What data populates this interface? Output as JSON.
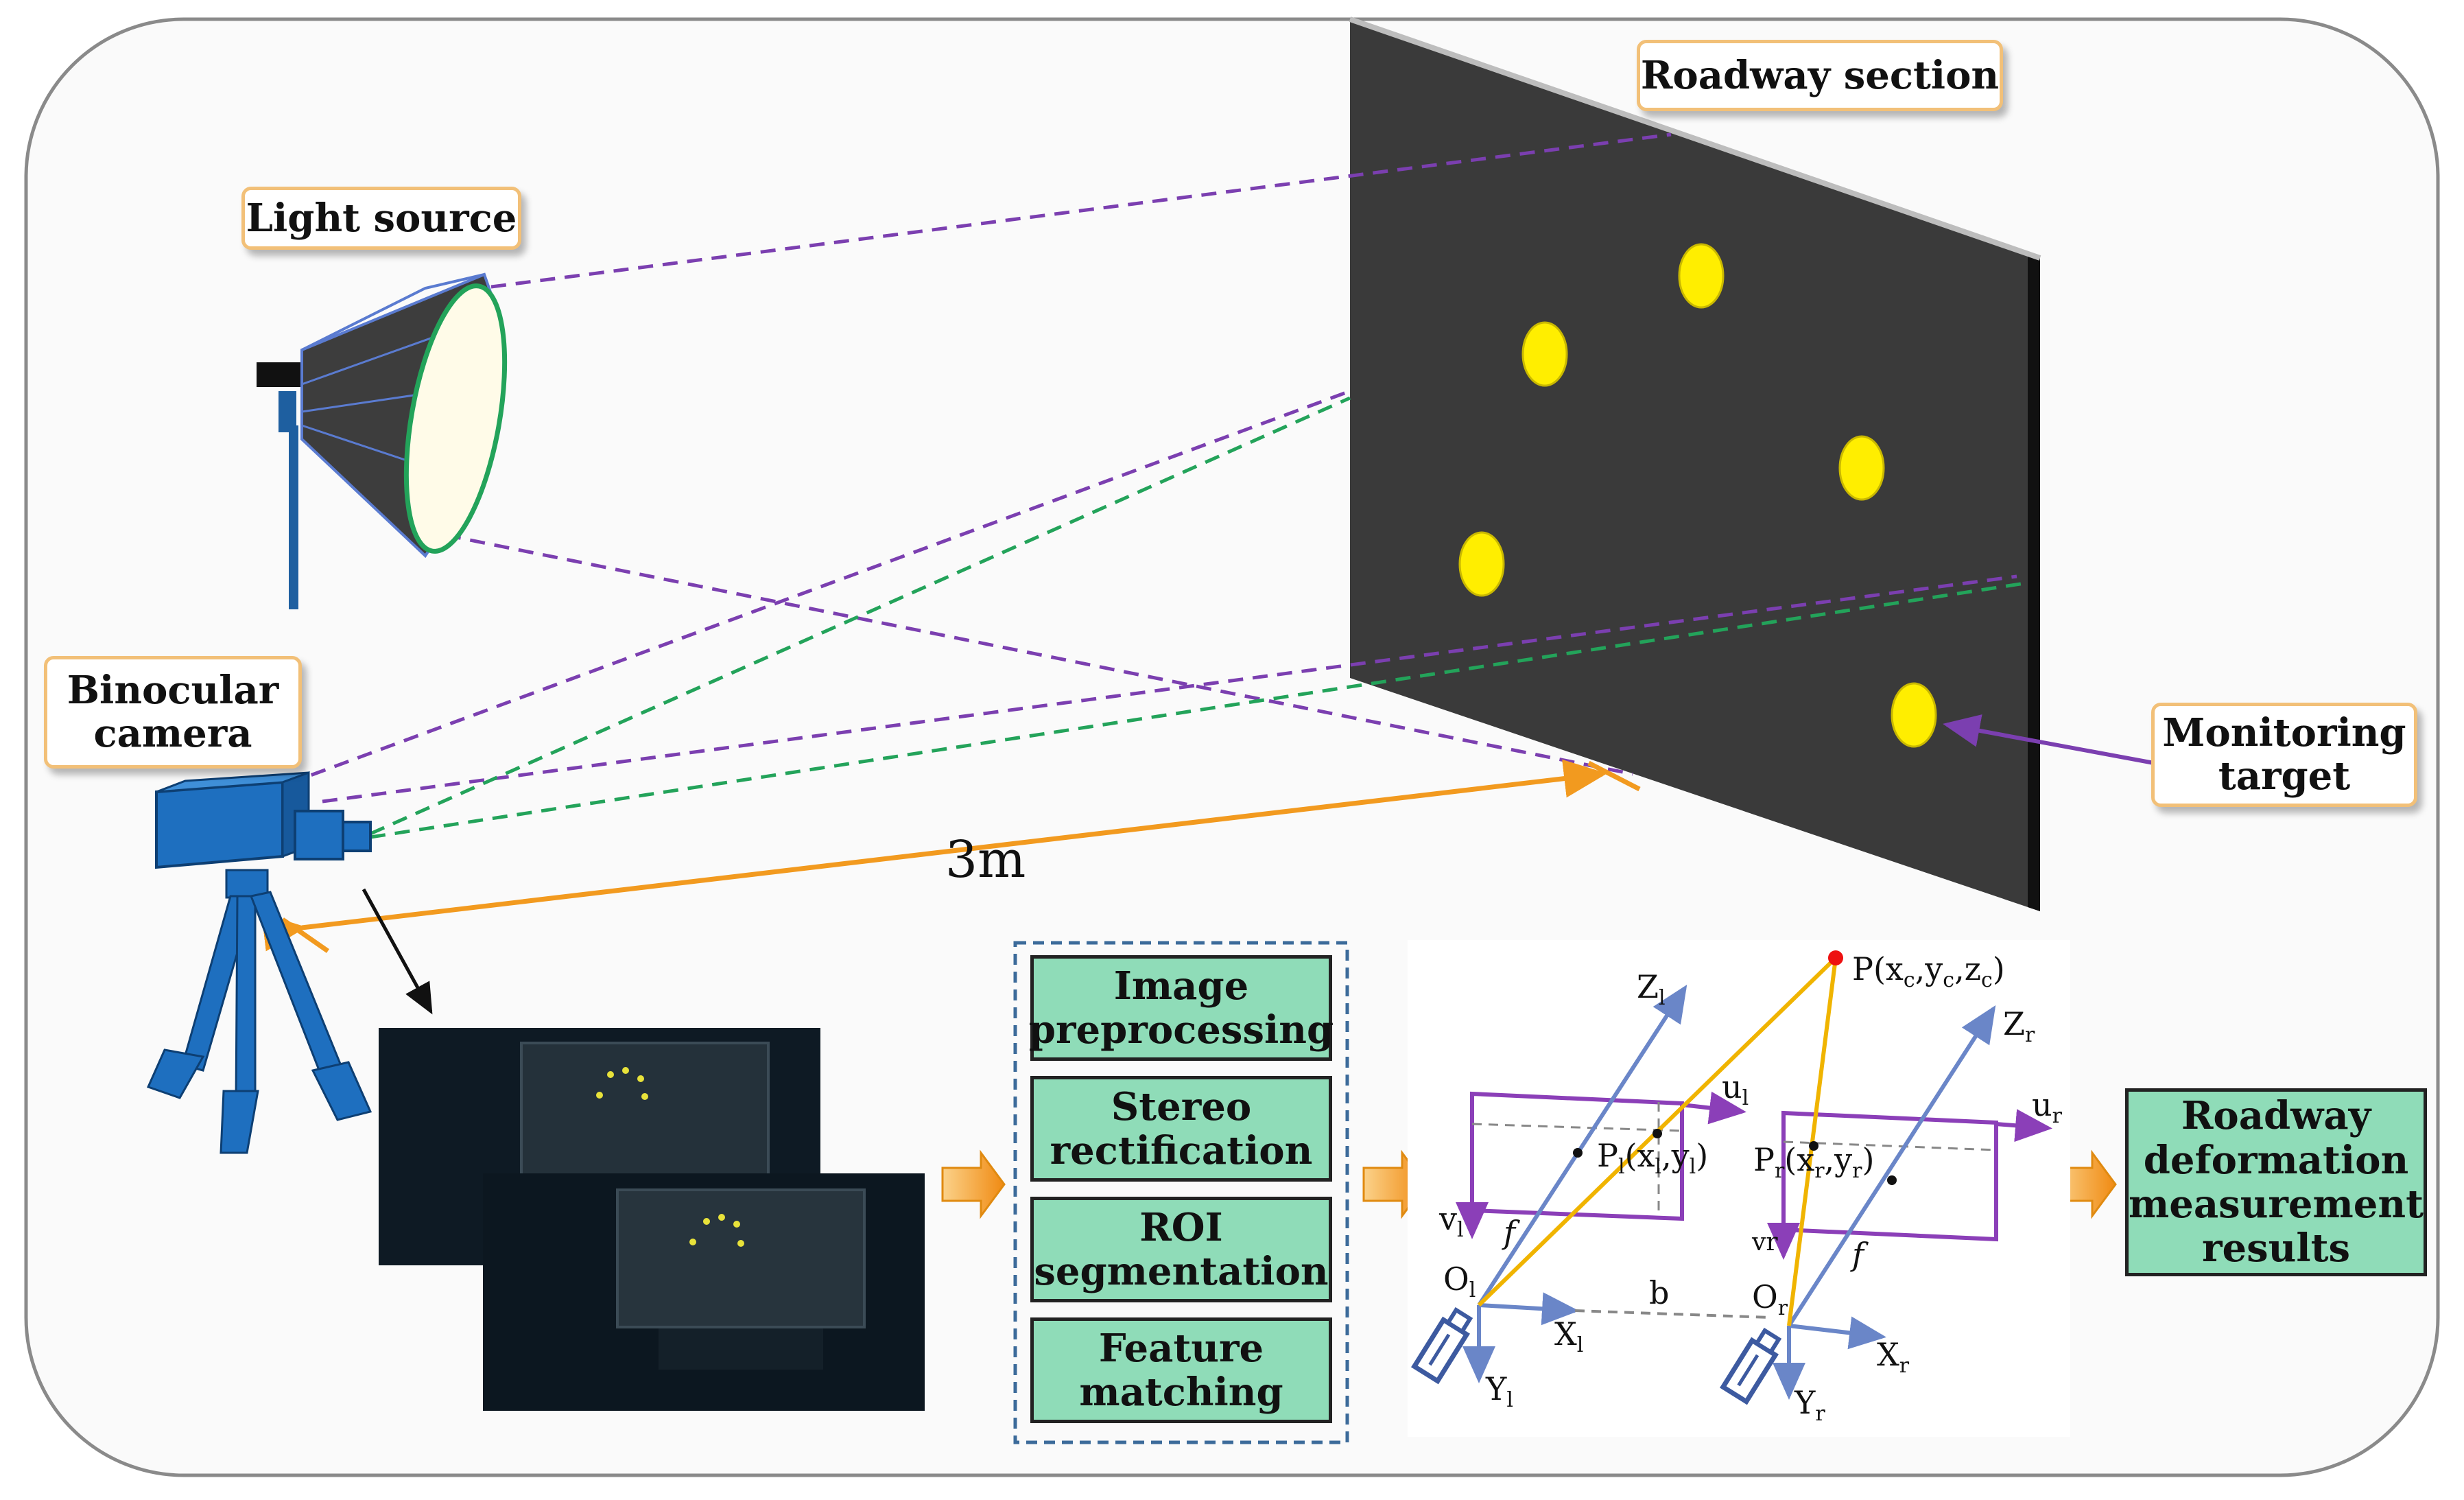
{
  "labels": {
    "light_source": "Light source",
    "roadway_section": "Roadway section",
    "binocular_camera": [
      "Binocular",
      "camera"
    ],
    "monitoring_target": [
      "Monitoring",
      "target"
    ],
    "distance": "3m"
  },
  "steps": [
    [
      "Image",
      "preprocessing"
    ],
    [
      "Stereo",
      "rectification"
    ],
    [
      "ROI",
      "segmentation"
    ],
    [
      "Feature",
      "matching"
    ]
  ],
  "result": [
    "Roadway",
    "deformation",
    "measurement",
    "results"
  ],
  "geometry_labels": {
    "P": "P(x",
    "P_sub_c1": "c",
    "P_sep1": ",y",
    "P_sub_c2": "c",
    "P_sep2": ",z",
    "P_sub_c3": "c",
    "P_close": ")",
    "Zl": "Z",
    "Zl_sub": "l",
    "Zr": "Z",
    "Zr_sub": "r",
    "ul": "u",
    "ul_sub": "l",
    "ur": "u",
    "ur_sub": "r",
    "vl": "v",
    "vl_sub": "l",
    "vr": "vr",
    "Pl": "P",
    "Pl_sub": "l",
    "Pl_coords": "(x",
    "Pl_x_sub": "l",
    "Pl_mid": ",y",
    "Pl_y_sub": "l",
    "Pl_close": ")",
    "Pr": "P",
    "Pr_sub": "r",
    "Pr_coords": "(x",
    "Pr_x_sub": "r",
    "Pr_mid": ",y",
    "Pr_y_sub": "r",
    "Pr_close": ")",
    "f_left": "f",
    "f_right": "f",
    "Ol": "O",
    "Ol_sub": "l",
    "Or": "O",
    "Or_sub": "r",
    "b": "b",
    "Xl": "X",
    "Xl_sub": "l",
    "Xr": "X",
    "Xr_sub": "r",
    "Yl": "Y",
    "Yl_sub": "l",
    "Yr": "Y",
    "Yr_sub": "r"
  },
  "colors": {
    "panel": "#3a3a3a",
    "target": "#ffee00",
    "purple_line": "#7b3fb0",
    "green_line": "#23a35a",
    "orange": "#f29a1f",
    "camera_blue": "#1e6fbf",
    "step_fill": "#8fdcb8",
    "label_border": "#f2c078",
    "axis_blue": "#6a86c8",
    "ray_yellow": "#f0b400",
    "frame_purple": "#8b3fb8"
  }
}
